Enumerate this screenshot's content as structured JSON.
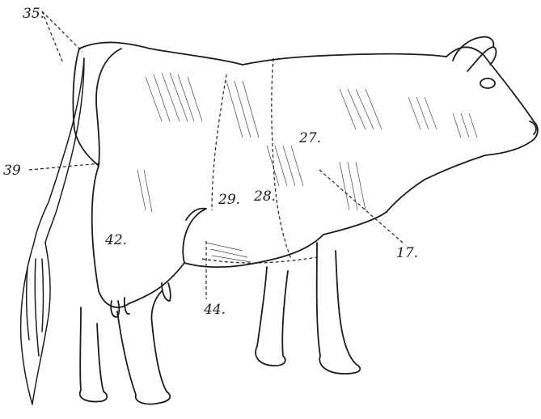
{
  "figure": {
    "subject": "cow-outline-illustration",
    "labels": [
      {
        "id": "35",
        "text": "35."
      },
      {
        "id": "39",
        "text": "39"
      },
      {
        "id": "42",
        "text": "42."
      },
      {
        "id": "29",
        "text": "29."
      },
      {
        "id": "28",
        "text": "28."
      },
      {
        "id": "27",
        "text": "27."
      },
      {
        "id": "17",
        "text": "17."
      },
      {
        "id": "44",
        "text": "44."
      }
    ],
    "colors": {
      "ink": "#1c1c1c",
      "paper": "#ffffff"
    }
  }
}
